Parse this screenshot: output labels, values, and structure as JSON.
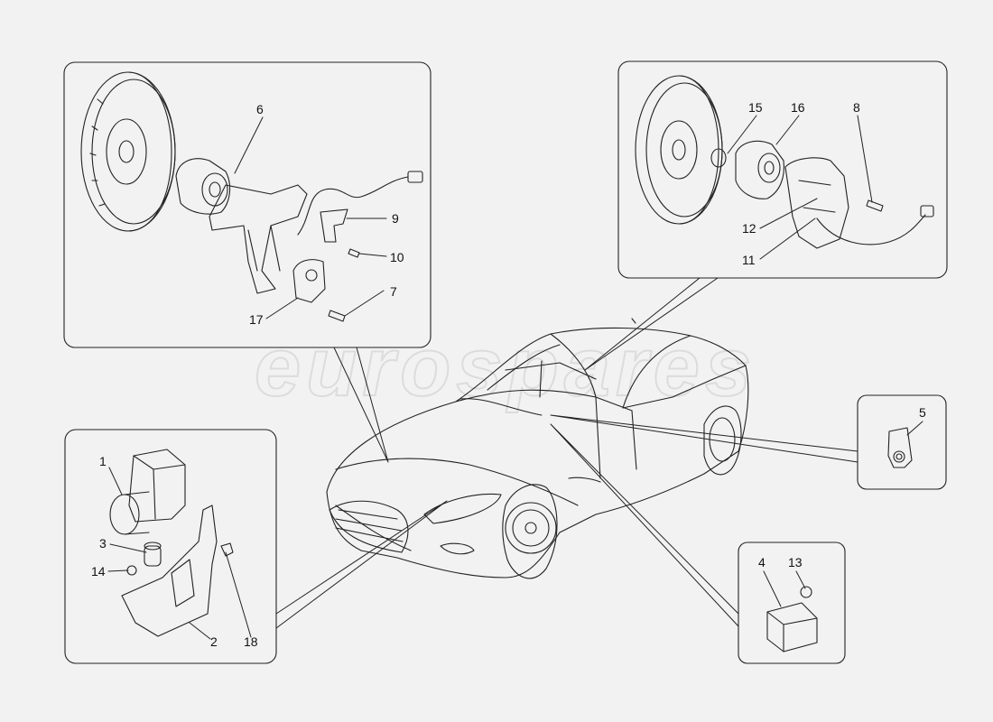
{
  "watermark": "eurospares",
  "callouts": {
    "c1": "1",
    "c2": "2",
    "c3": "3",
    "c4": "4",
    "c5": "5",
    "c6": "6",
    "c7": "7",
    "c8": "8",
    "c9": "9",
    "c10": "10",
    "c11": "11",
    "c12": "12",
    "c13": "13",
    "c14": "14",
    "c15": "15",
    "c16": "16",
    "c17": "17",
    "c18": "18"
  }
}
